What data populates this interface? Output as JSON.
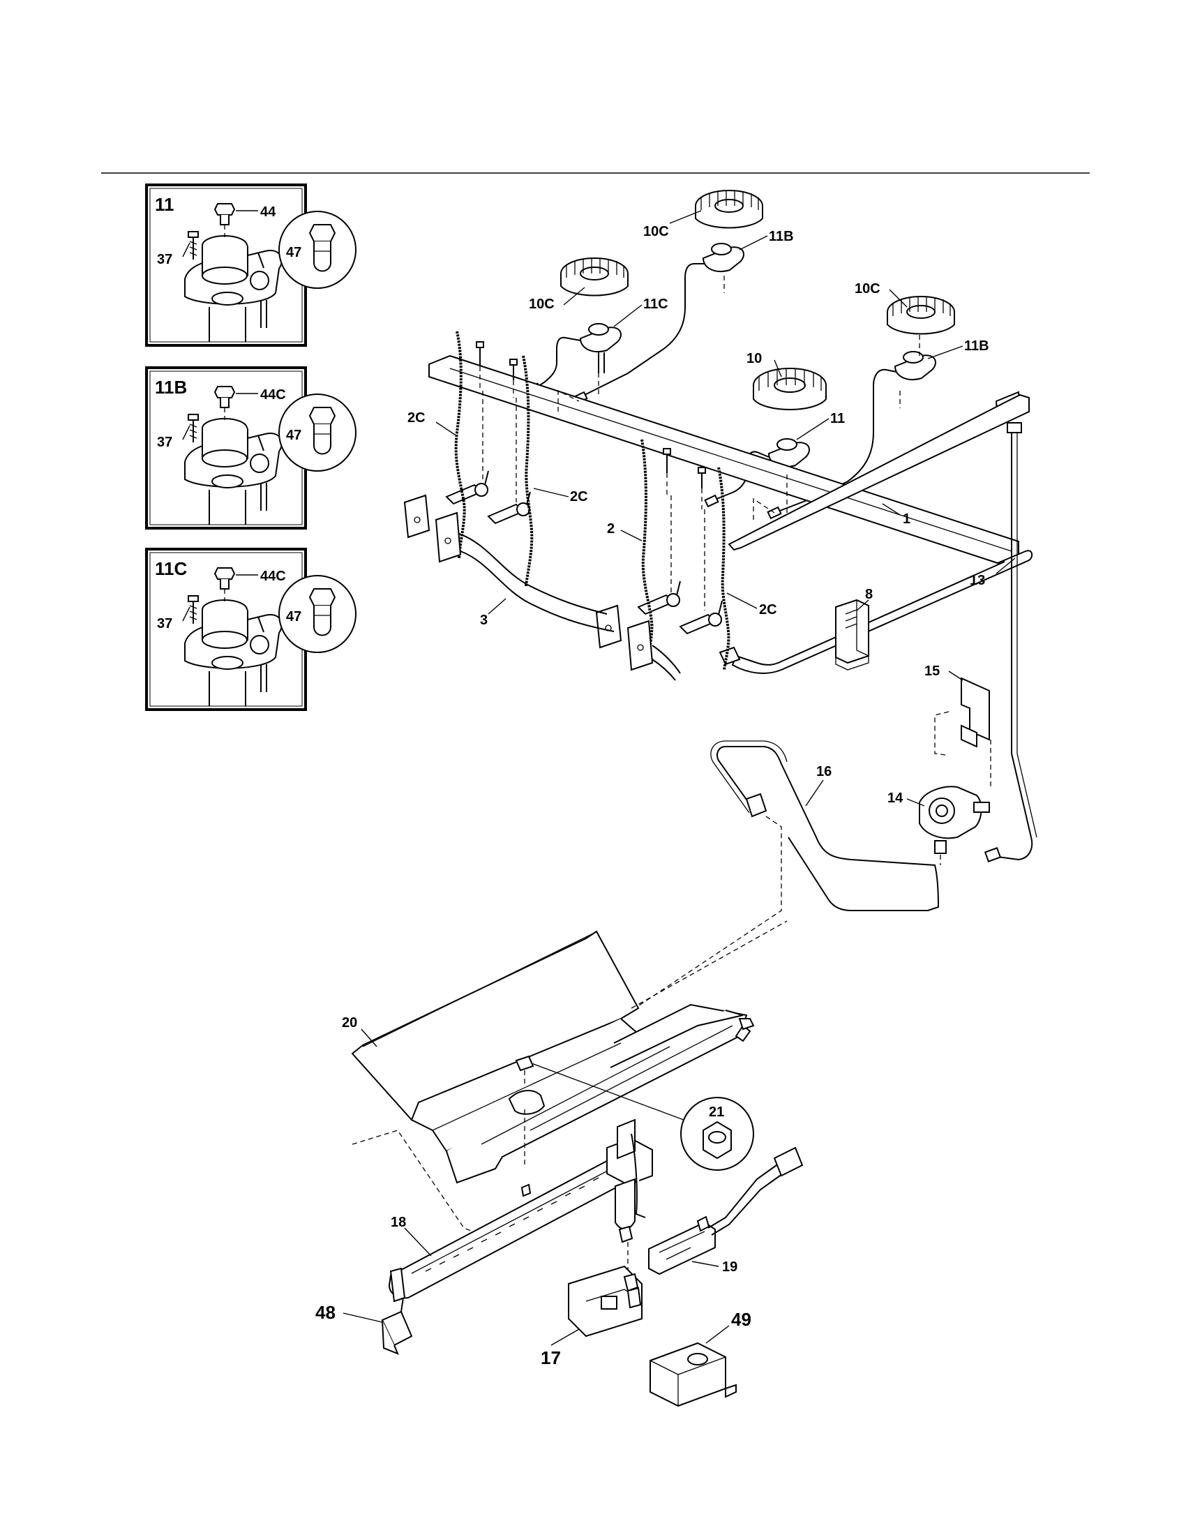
{
  "insets": [
    {
      "title": "11",
      "labels": {
        "top": "44",
        "left": "37",
        "circle": "47"
      }
    },
    {
      "title": "11B",
      "labels": {
        "top": "44C",
        "left": "37",
        "circle": "47"
      }
    },
    {
      "title": "11C",
      "labels": {
        "top": "44C",
        "left": "37",
        "circle": "47"
      }
    }
  ],
  "callouts": {
    "c1": "1",
    "c2": "2",
    "c2c_a": "2C",
    "c2c_b": "2C",
    "c2c_c": "2C",
    "c3": "3",
    "c8": "8",
    "c10": "10",
    "c10c_a": "10C",
    "c10c_b": "10C",
    "c10c_c": "10C",
    "c11": "11",
    "c11b_a": "11B",
    "c11b_b": "11B",
    "c11c": "11C",
    "c13": "13",
    "c14": "14",
    "c15": "15",
    "c16": "16",
    "c17": "17",
    "c18": "18",
    "c19": "19",
    "c20": "20",
    "c21": "21",
    "c48": "48",
    "c49": "49"
  }
}
